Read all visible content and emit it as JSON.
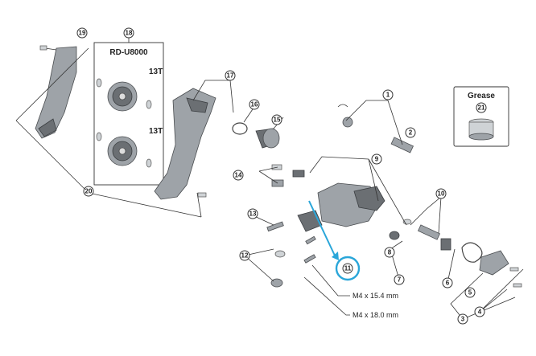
{
  "model_title": "RD-U8000",
  "grease_label": "Grease",
  "sprocket_labels": [
    "13T",
    "13T"
  ],
  "dimension_labels": [
    "M4 x 15.4 mm",
    "M4 x 18.0 mm"
  ],
  "callouts": [
    "1",
    "2",
    "3",
    "4",
    "5",
    "6",
    "7",
    "8",
    "9",
    "10",
    "11",
    "12",
    "13",
    "14",
    "15",
    "16",
    "17",
    "18",
    "19",
    "20",
    "21"
  ],
  "highlight_color": "#2aa6d9",
  "highlighted_callout": "11"
}
